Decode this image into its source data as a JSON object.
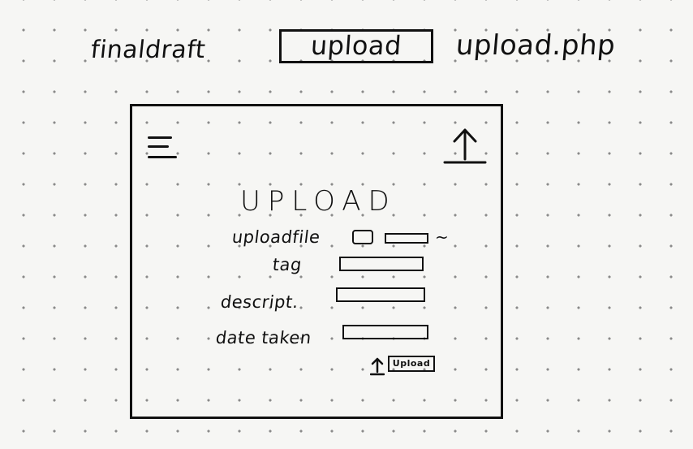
{
  "header": {
    "title": "finaldraft",
    "button_label": "upload",
    "filename": "upload.php"
  },
  "wireframe": {
    "icons": {
      "menu": "hamburger-menu-icon",
      "upload": "upload-arrow-icon"
    },
    "heading": "UPLOAD",
    "form": {
      "upload_file_label": "uploadfile",
      "upload_file_extra": "~",
      "tag_label": "tag",
      "description_label": "descript.",
      "date_taken_label": "date taken",
      "submit_label": "Upload"
    }
  }
}
